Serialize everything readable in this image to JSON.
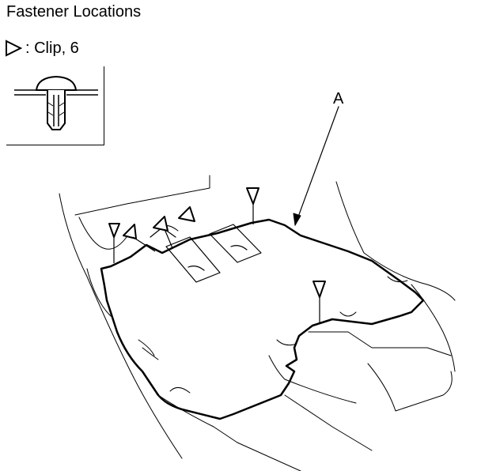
{
  "title": "Fastener Locations",
  "legend": {
    "symbol": "triangle-clip-icon",
    "label": ": Clip, 6"
  },
  "callout": "A"
}
